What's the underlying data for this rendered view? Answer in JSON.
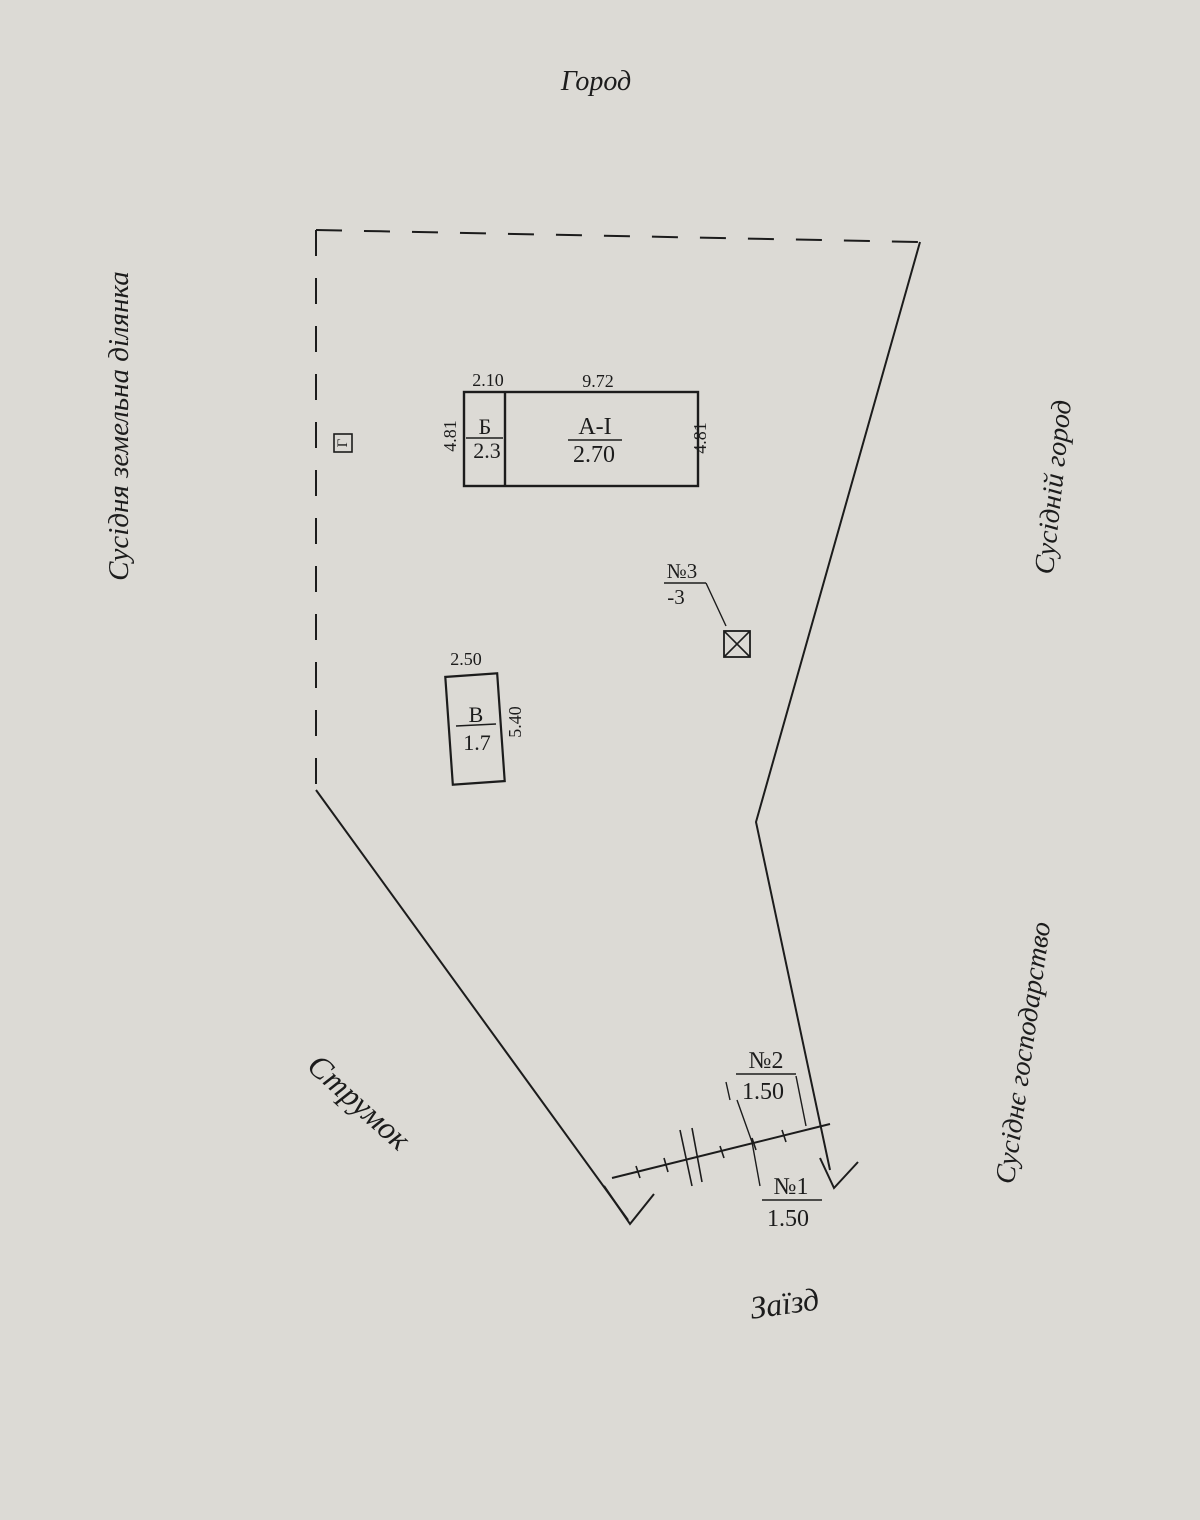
{
  "surroundings": {
    "north": "Город",
    "west": "Сусідня земельна ділянка",
    "east_upper": "Сусідній город",
    "east_lower": "Сусіднє господарство",
    "southwest": "Струмок",
    "south": "Заїзд"
  },
  "buildings": {
    "a": {
      "name": "А-І",
      "height": "2.70",
      "length": "9.72",
      "width": "4.81"
    },
    "b": {
      "name": "Б",
      "height": "2.3",
      "length": "2.10",
      "width": "4.81"
    },
    "v": {
      "name": "В",
      "height": "1.7",
      "length": "2.50",
      "width": "5.40"
    }
  },
  "structure_g": {
    "name": "Г"
  },
  "well": {
    "name": "№3",
    "value": "-3"
  },
  "gates": {
    "g1": {
      "name": "№1",
      "value": "1.50"
    },
    "g2": {
      "name": "№2",
      "value": "1.50"
    }
  },
  "colors": {
    "paper": "#dcdad5",
    "ink": "#1c1c1c"
  }
}
